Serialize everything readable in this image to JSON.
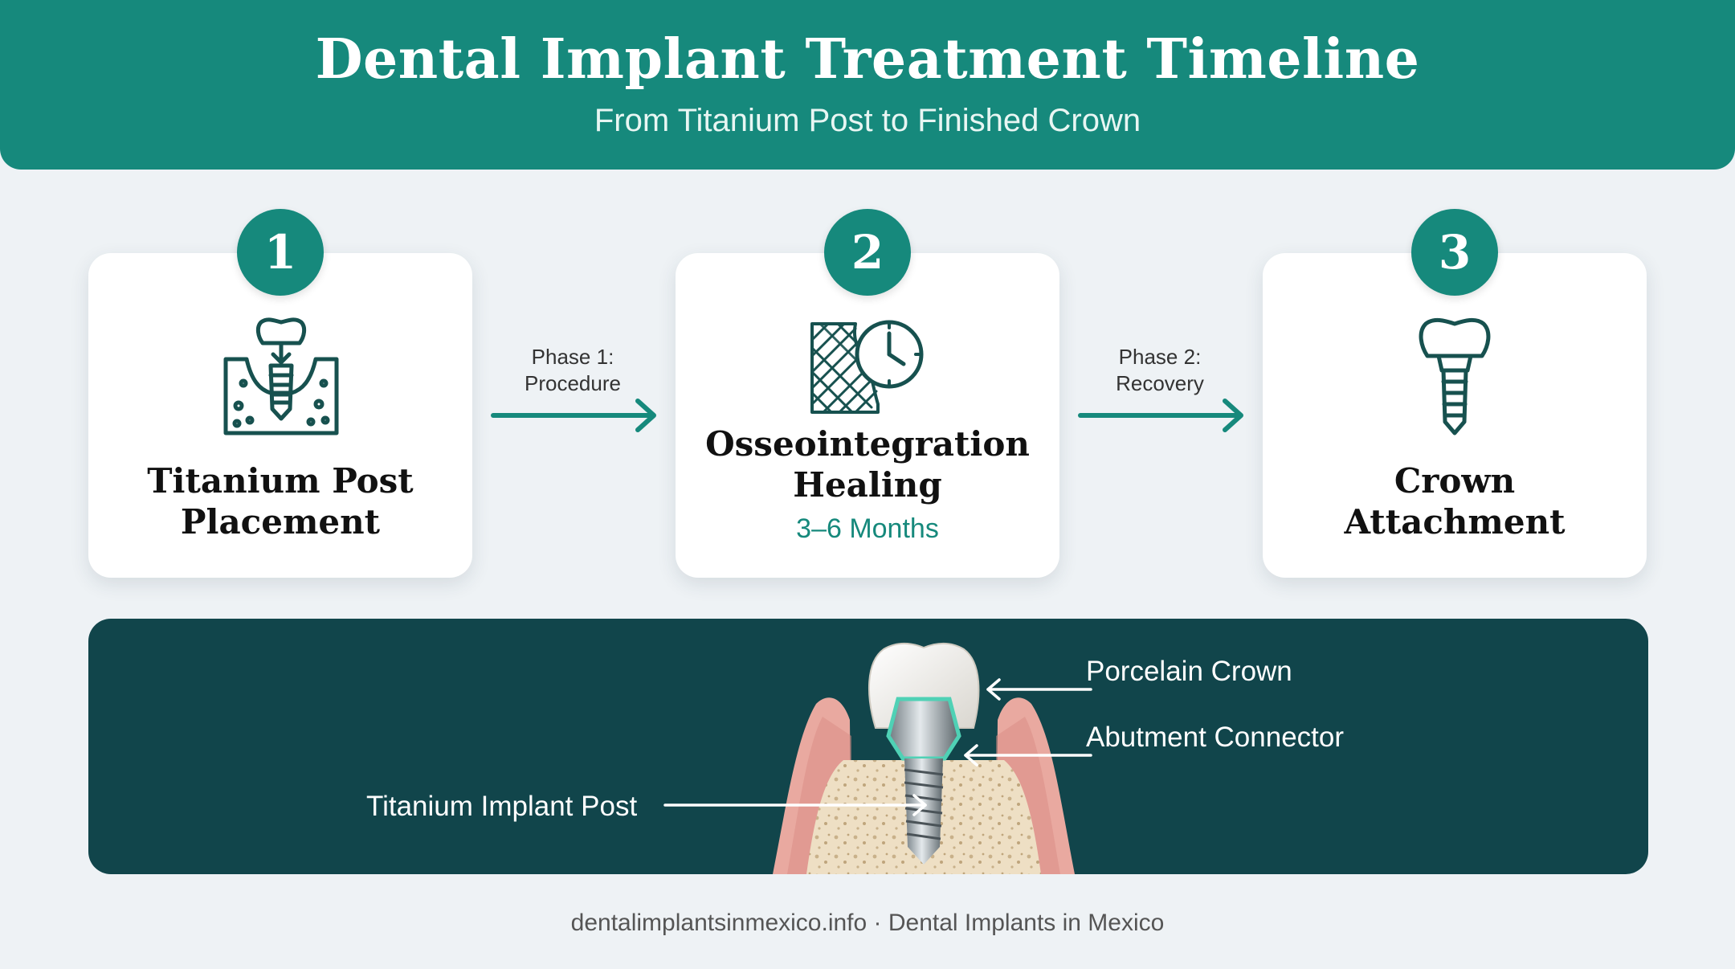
{
  "header": {
    "title": "Dental Implant Treatment Timeline",
    "subtitle": "From Titanium Post to Finished Crown"
  },
  "steps": [
    {
      "number": "1",
      "title_line1": "Titanium Post",
      "title_line2": "Placement",
      "icon": "implant-in-bone-icon"
    },
    {
      "number": "2",
      "title_line1": "Osseointegration",
      "title_line2": "Healing",
      "duration": "3–6 Months",
      "icon": "bone-clock-icon"
    },
    {
      "number": "3",
      "title_line1": "Crown",
      "title_line2": "Attachment",
      "icon": "crown-implant-icon"
    }
  ],
  "phases": [
    {
      "line1": "Phase 1:",
      "line2": "Procedure"
    },
    {
      "line1": "Phase 2:",
      "line2": "Recovery"
    }
  ],
  "diagram": {
    "labels": {
      "crown": "Porcelain Crown",
      "abutment": "Abutment Connector",
      "post": "Titanium Implant Post"
    }
  },
  "footer": "dentalimplantsinmexico.info · Dental Implants in Mexico",
  "colors": {
    "teal": "#16897c",
    "dark_teal": "#11454b",
    "background": "#eef2f5",
    "gum": "#e9a9a0",
    "bone": "#eedfc4"
  }
}
